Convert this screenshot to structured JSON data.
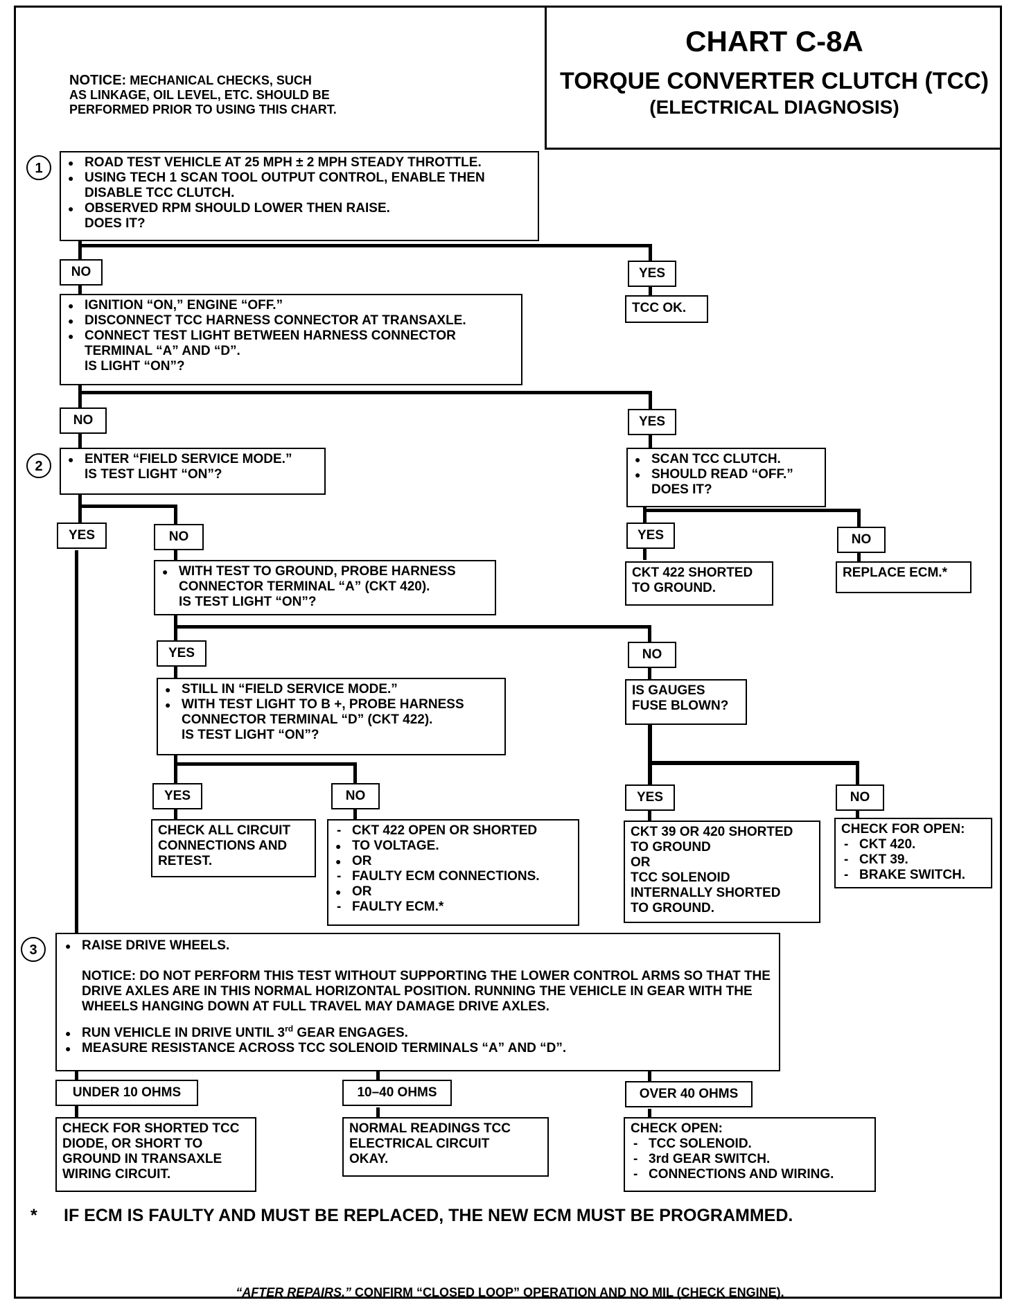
{
  "notice": {
    "label": "NOTICE:",
    "line1": "MECHANICAL CHECKS, SUCH",
    "line2": "AS LINKAGE, OIL LEVEL, ETC. SHOULD BE",
    "line3": "PERFORMED PRIOR TO USING THIS CHART."
  },
  "title": {
    "chart": "CHART C-8A",
    "name": "TORQUE CONVERTER CLUTCH (TCC)",
    "sub": "(ELECTRICAL DIAGNOSIS)"
  },
  "steps": {
    "s1": "1",
    "s2": "2",
    "s3": "3"
  },
  "b1": {
    "l1": "ROAD TEST VEHICLE AT 25 MPH  ± 2 MPH STEADY THROTTLE.",
    "l2": "USING TECH 1 SCAN TOOL OUTPUT CONTROL, ENABLE THEN DISABLE TCC CLUTCH.",
    "l3": "OBSERVED RPM SHOULD LOWER THEN RAISE.",
    "l4": "DOES IT?"
  },
  "labels": {
    "no": "NO",
    "yes": "YES",
    "under10": "UNDER 10 OHMS",
    "mid": "10–40 OHMS",
    "over40": "OVER 40 OHMS"
  },
  "tcc_ok": "TCC OK.",
  "b2": {
    "l1": "IGNITION “ON,” ENGINE “OFF.”",
    "l2": "DISCONNECT TCC HARNESS CONNECTOR AT TRANSAXLE.",
    "l3": "CONNECT TEST LIGHT BETWEEN HARNESS CONNECTOR TERMINAL “A” AND “D”.",
    "l4": "IS LIGHT “ON”?"
  },
  "b3": {
    "l1": "ENTER “FIELD SERVICE MODE.”",
    "l2": "IS TEST LIGHT “ON”?"
  },
  "b4": {
    "l1": "SCAN TCC CLUTCH.",
    "l2": "SHOULD READ “OFF.”",
    "l3": "DOES IT?"
  },
  "b5": {
    "l1": "WITH TEST TO GROUND, PROBE HARNESS CONNECTOR TERMINAL “A” (CKT 420).",
    "l2": "IS TEST LIGHT “ON”?"
  },
  "b6": {
    "l1": "CKT 422 SHORTED",
    "l2": "TO GROUND."
  },
  "b7": "REPLACE ECM.*",
  "b8": {
    "l1": "STILL IN “FIELD SERVICE MODE.”",
    "l2": "WITH TEST LIGHT TO B +, PROBE HARNESS CONNECTOR TERMINAL “D” (CKT 422).",
    "l3": "IS TEST LIGHT “ON”?"
  },
  "b9": {
    "l1": "IS GAUGES",
    "l2": "FUSE BLOWN?"
  },
  "b10": {
    "l1": "CHECK ALL CIRCUIT",
    "l2": "CONNECTIONS AND",
    "l3": "RETEST."
  },
  "b11": {
    "l1": "CKT 422 OPEN OR SHORTED",
    "l2": "TO VOLTAGE.",
    "or1": "OR",
    "l3": "FAULTY ECM CONNECTIONS.",
    "or2": "OR",
    "l4": "FAULTY ECM.*"
  },
  "b12": {
    "l1": "CKT 39 OR 420 SHORTED",
    "l2": "TO GROUND",
    "l3": "OR",
    "l4": "TCC SOLENOID",
    "l5": "INTERNALLY SHORTED",
    "l6": "TO GROUND."
  },
  "b13": {
    "l1": "CHECK FOR OPEN:",
    "l2": "CKT 420.",
    "l3": "CKT 39.",
    "l4": "BRAKE SWITCH."
  },
  "b14": {
    "l1": "RAISE DRIVE WHEELS.",
    "notice": "NOTICE:  DO NOT PERFORM THIS TEST  WITHOUT SUPPORTING THE LOWER CONTROL ARMS SO THAT THE DRIVE AXLES ARE IN THIS NORMAL HORIZONTAL POSITION.  RUNNING THE VEHICLE IN GEAR WITH THE WHEELS HANGING DOWN AT FULL TRAVEL MAY DAMAGE DRIVE AXLES.",
    "l2a": "RUN VEHICLE IN DRIVE UNTIL 3",
    "l2sup": "rd",
    "l2b": " GEAR ENGAGES.",
    "l3": "MEASURE RESISTANCE ACROSS TCC SOLENOID TERMINALS  “A”  AND “D”."
  },
  "b15": {
    "l1": "CHECK FOR SHORTED TCC",
    "l2": "DIODE, OR SHORT TO",
    "l3": "GROUND IN TRANSAXLE",
    "l4": "WIRING CIRCUIT."
  },
  "b16": {
    "l1": "NORMAL READINGS TCC",
    "l2": "ELECTRICAL CIRCUIT",
    "l3": "OKAY."
  },
  "b17": {
    "l1": "CHECK OPEN:",
    "l2": "TCC SOLENOID.",
    "l3": "3rd GEAR SWITCH.",
    "l4": "CONNECTIONS AND WIRING."
  },
  "footnote": {
    "star": "*",
    "text": "IF ECM IS FAULTY AND MUST BE REPLACED, THE NEW ECM MUST BE PROGRAMMED."
  },
  "bottom": {
    "italic": "“AFTER REPAIRS,”",
    "rest": " CONFIRM “CLOSED LOOP” OPERATION AND NO MIL (CHECK ENGINE)."
  }
}
